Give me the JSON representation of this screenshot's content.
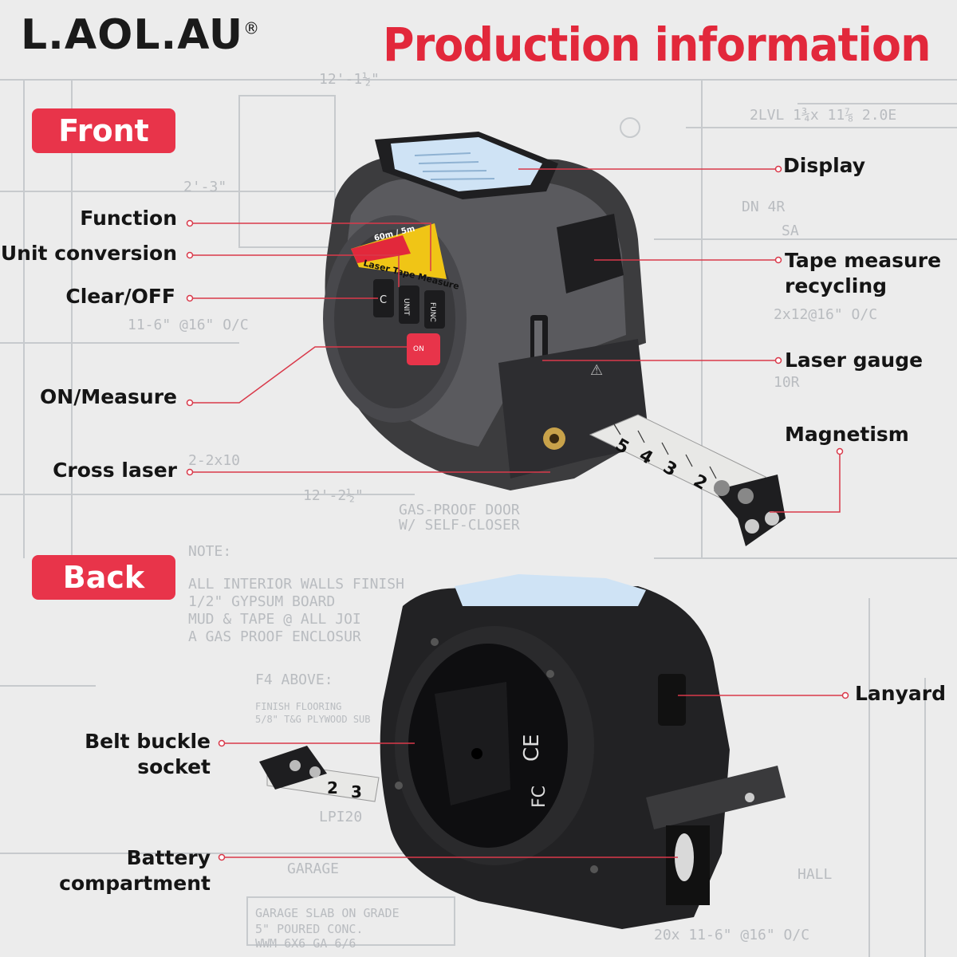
{
  "brand": {
    "name": "L.AOL.AU",
    "registered": "®"
  },
  "headline": "Production information",
  "sections": {
    "front": "Front",
    "back": "Back"
  },
  "front_labels": {
    "function": "Function",
    "unit_conversion": "Unit conversion",
    "clear_off": "Clear/OFF",
    "on_measure": "ON/Measure",
    "cross_laser": "Cross laser",
    "display": "Display",
    "tape_recycling_1": "Tape measure",
    "tape_recycling_2": "recycling",
    "laser_gauge": "Laser gauge",
    "magnetism": "Magnetism"
  },
  "back_labels": {
    "belt_1": "Belt buckle",
    "belt_2": "socket",
    "battery_1": "Battery",
    "battery_2": "compartment",
    "lanyard": "Lanyard"
  },
  "device_text": {
    "sticker": "Laser Tape Measure",
    "sticker_top": "60m / 5m",
    "btn_c": "C",
    "btn_unit": "UNIT",
    "btn_func": "FUNC",
    "btn_on": "ON",
    "tape_numbers": [
      "5",
      "4",
      "3",
      "2"
    ],
    "back_tape_numbers": [
      "2",
      "3"
    ],
    "cert_ce": "CE",
    "cert_fc": "FC"
  },
  "colors": {
    "accent": "#e2283b",
    "tag": "#e8344a",
    "line": "#d9394a"
  }
}
